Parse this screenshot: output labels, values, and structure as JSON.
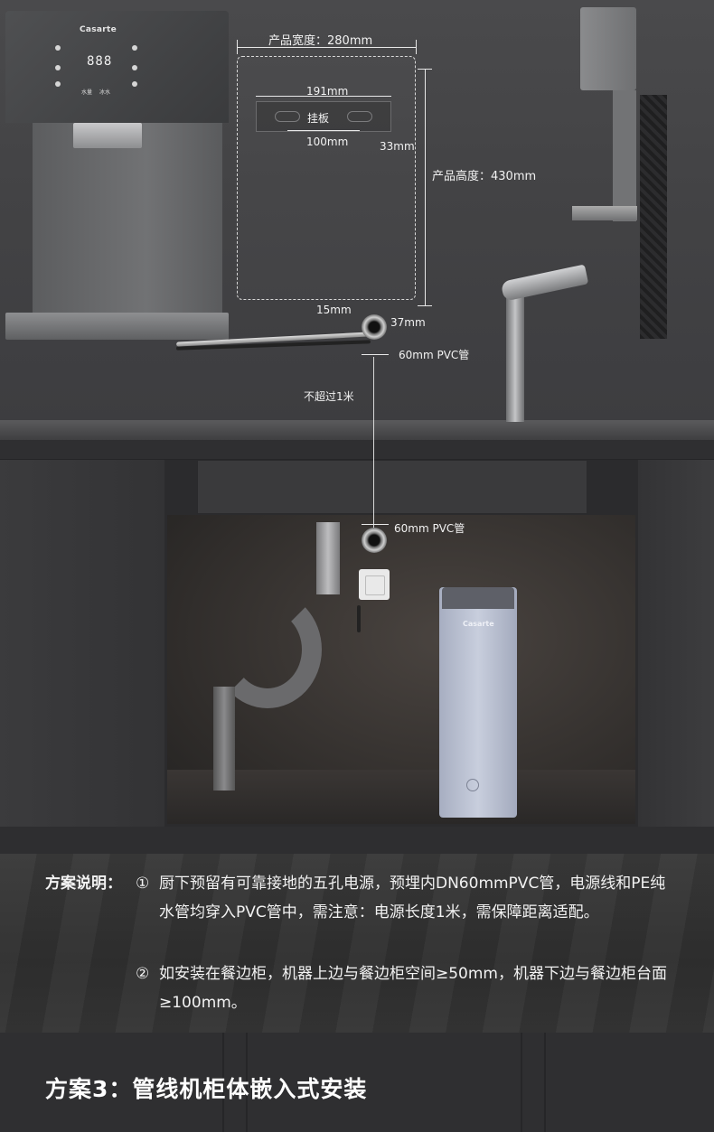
{
  "dispenser": {
    "brand": "Casarte",
    "display": "888",
    "left_button": "水量",
    "right_button": "冰水"
  },
  "dimensions": {
    "width": "产品宽度：280mm",
    "height": "产品高度：430mm",
    "plate_width": "191mm",
    "plate_label": "挂板",
    "plate_hole_spacing": "100mm",
    "plate_offset": "33mm",
    "pipe_left_offset": "15mm",
    "pipe_right_offset": "37mm",
    "pvc_upper": "60mm  PVC管",
    "cord_limit": "不超过1米",
    "pvc_lower": "60mm  PVC管"
  },
  "purifier": {
    "brand": "Casarte"
  },
  "note": {
    "label": "方案说明：",
    "items": [
      {
        "num": "①",
        "text": "厨下预留有可靠接地的五孔电源，预埋内DN60mmPVC管，电源线和PE纯水管均穿入PVC管中，需注意：电源长度1米，需保障距离适配。"
      },
      {
        "num": "②",
        "text": "如安装在餐边柜，机器上边与餐边柜空间≥50mm，机器下边与餐边柜台面≥100mm。"
      }
    ]
  },
  "footer": {
    "title": "方案3：管线机柜体嵌入式安装"
  }
}
